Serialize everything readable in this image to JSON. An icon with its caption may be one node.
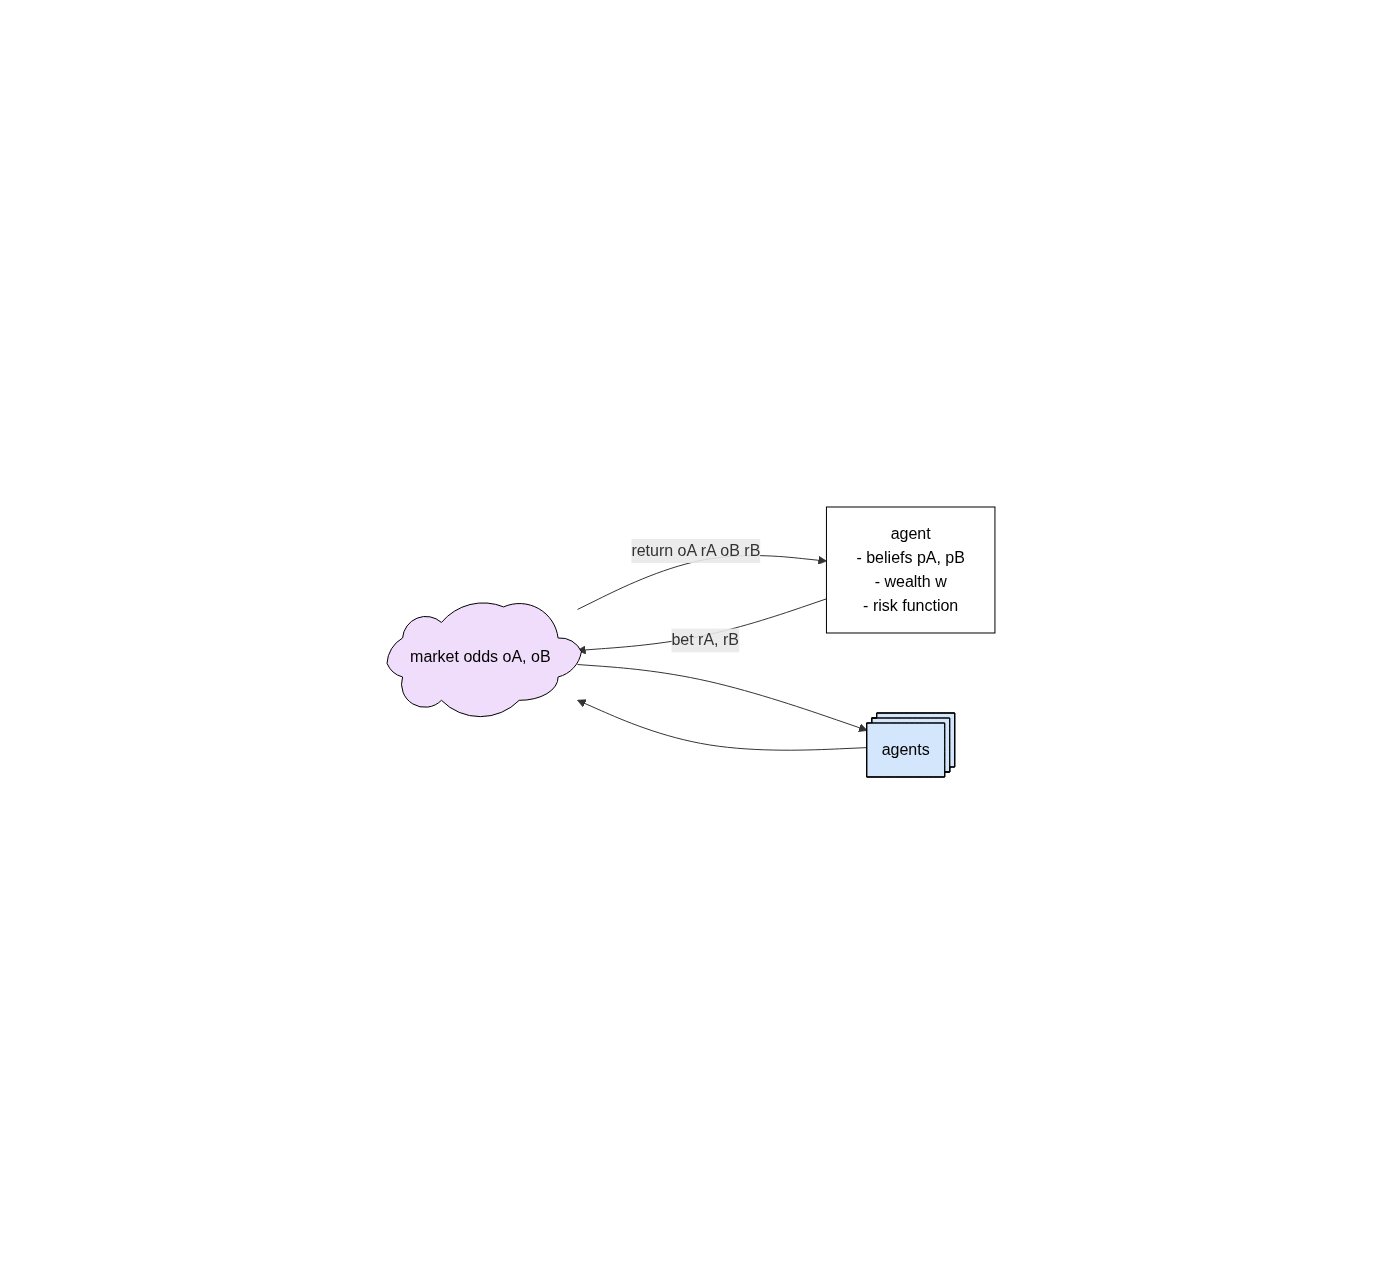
{
  "diagram": {
    "nodes": [
      {
        "text": [
          "market odds oA, oB"
        ]
      },
      {
        "text": [
          "agent",
          "- beliefs pA, pB",
          "- wealth w",
          "- risk function"
        ]
      },
      {
        "text": [
          "agents"
        ]
      }
    ],
    "edges": [
      {
        "from": 0,
        "to": 1,
        "arrow": "to",
        "label": "return oA rA oB rB"
      },
      {
        "from": 1,
        "to": 0,
        "arrow": "to",
        "label": "bet rA, rB"
      },
      {
        "from": 2,
        "to": 0,
        "arrow": "to"
      },
      {
        "from": 0,
        "to": 2,
        "arrow": "to"
      }
    ]
  }
}
